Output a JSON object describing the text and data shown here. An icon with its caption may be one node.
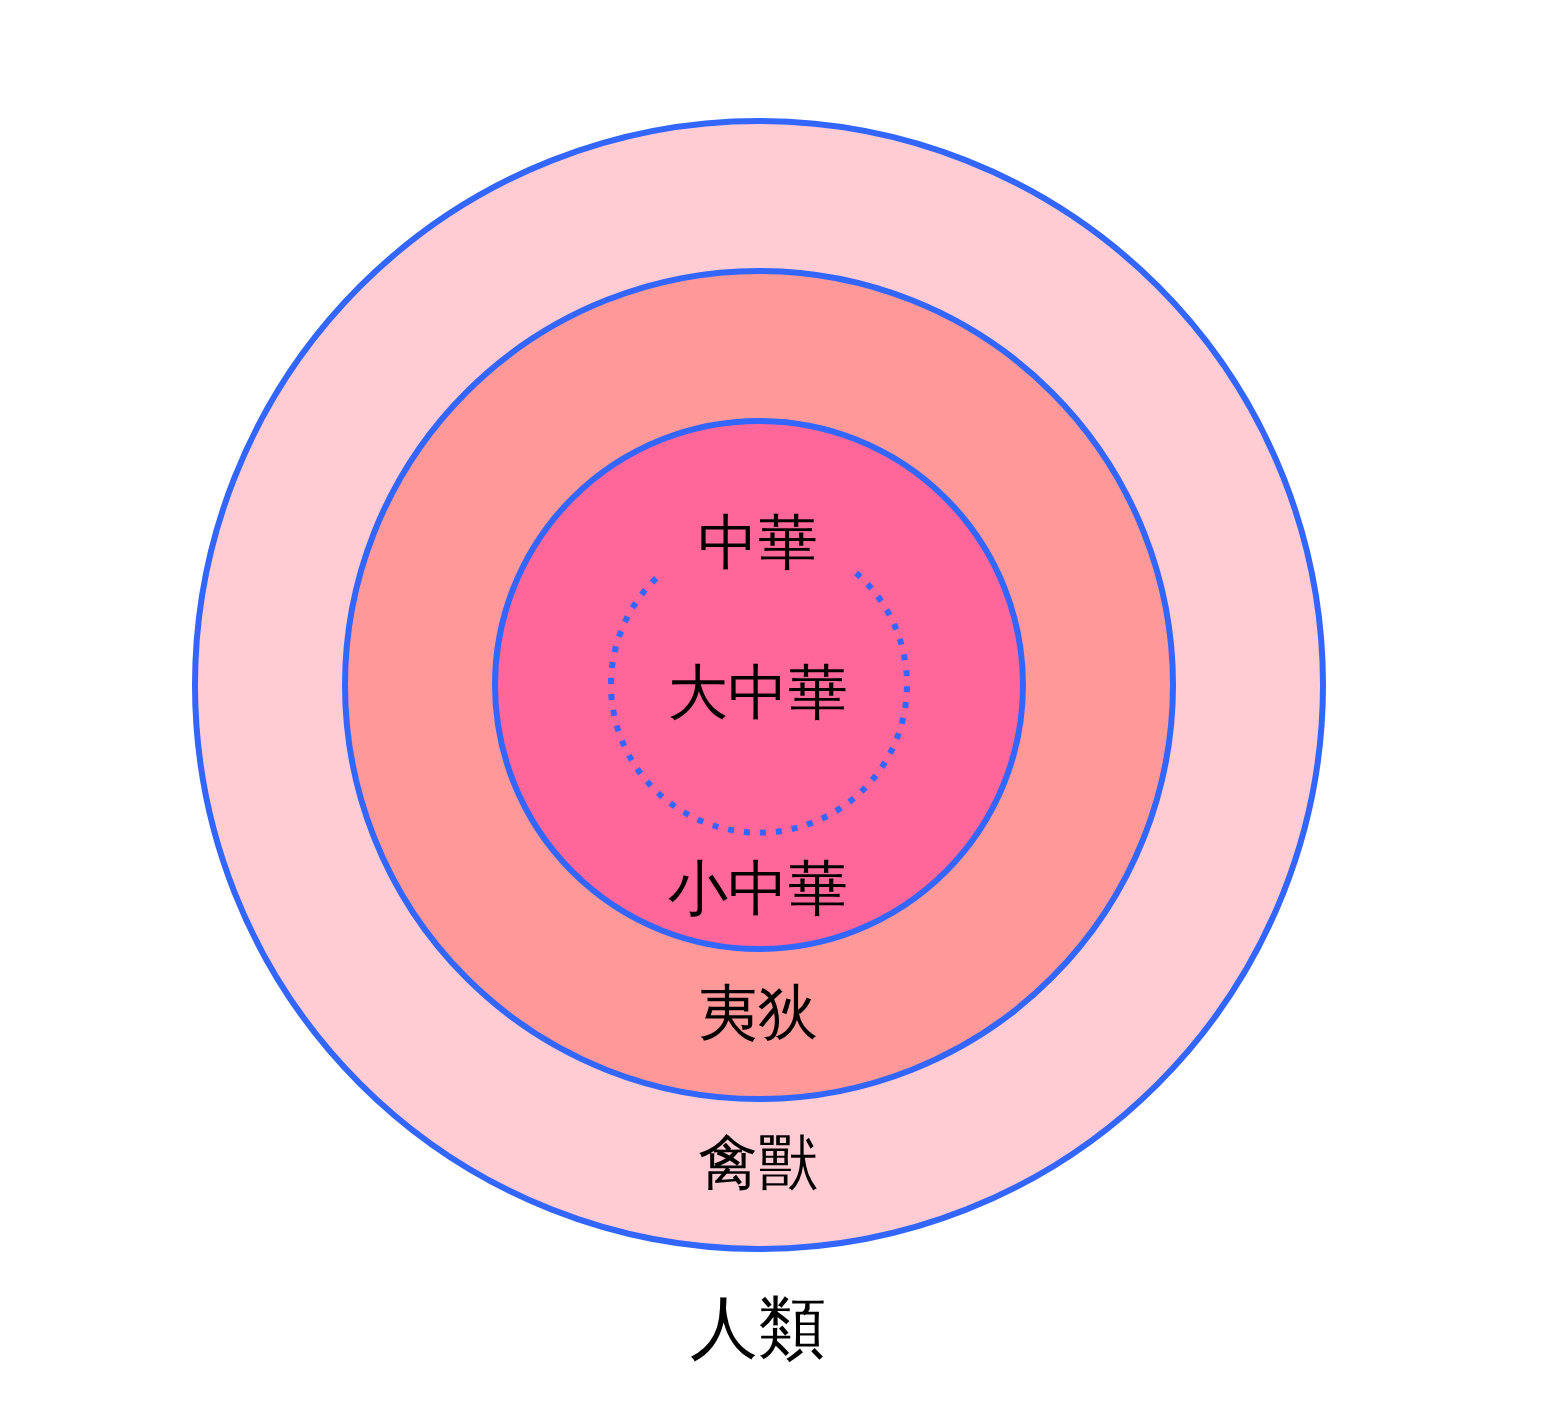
{
  "diagram": {
    "nodes": [
      {
        "text": [
          "禽獸"
        ],
        "beside": [
          "人類"
        ]
      },
      {
        "text": [
          "夷狄"
        ],
        "in": 0
      },
      {
        "text": [
          "中華",
          "小中華"
        ],
        "in": 1
      },
      {
        "text": [
          "大中華"
        ],
        "in": 2
      }
    ]
  }
}
